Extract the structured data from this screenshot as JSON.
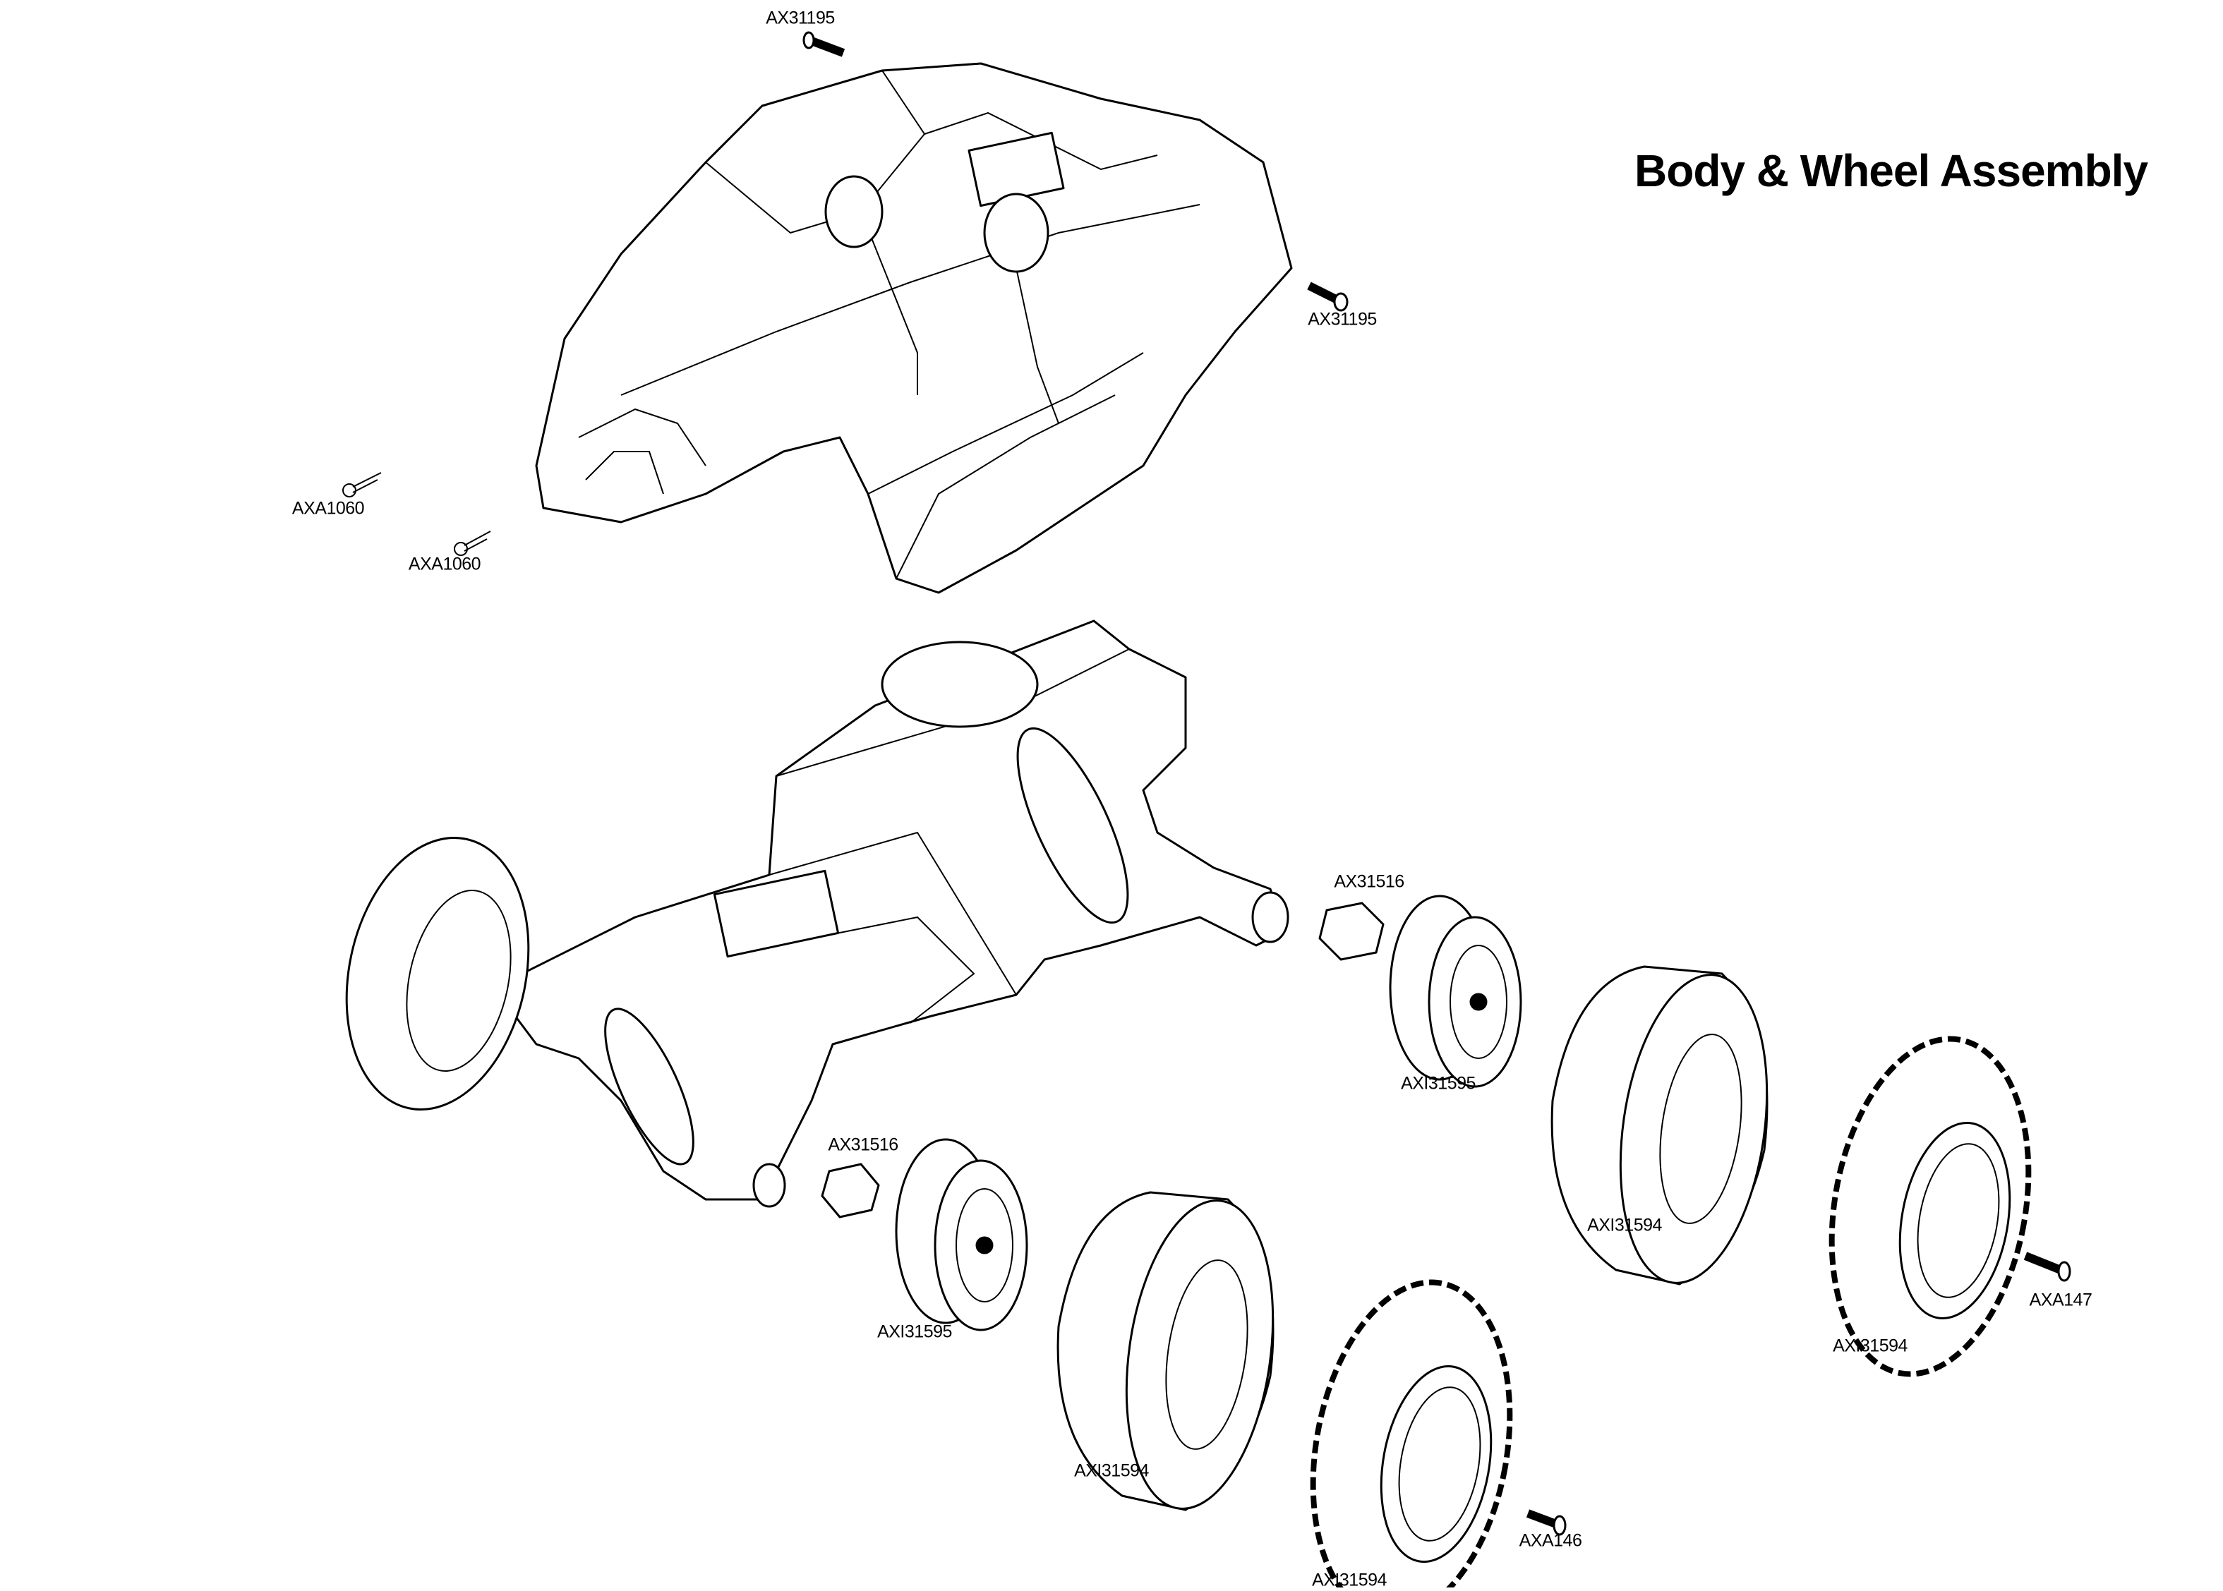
{
  "title": "Body & Wheel Assembly",
  "parts": {
    "body_screw_top": "AX31195",
    "body_screw_right": "AX31195",
    "body_clip_1": "AXA1060",
    "body_clip_2": "AXA1060",
    "hex_hub_right": "AX31516",
    "hex_hub_left": "AX31516",
    "wheel_right": "AXI31595",
    "wheel_left": "AXI31595",
    "foam_right": "AXI31594",
    "foam_left": "AXI31594",
    "tire_right": "AXI31594",
    "tire_left": "AXI31594",
    "wheel_screw_right": "AXA147",
    "wheel_screw_left": "AXA146"
  }
}
